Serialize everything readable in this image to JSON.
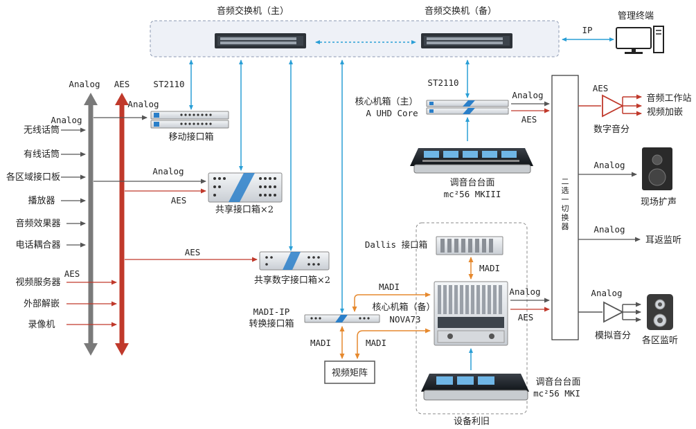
{
  "switches": {
    "main_label": "音频交换机（主）",
    "backup_label": "音频交换机（备）",
    "ip_label": "IP",
    "terminal_label": "管理终端"
  },
  "inputs": {
    "bus_analog_label": "Analog",
    "bus_aes_label": "AES",
    "analog_label": "Analog",
    "aes_label": "AES",
    "sources": [
      "无线话筒",
      "有线话筒",
      "各区域接口板",
      "播放器",
      "音频效果器",
      "电话耦合器",
      "视频服务器",
      "外部解嵌",
      "录像机"
    ]
  },
  "interfaces": {
    "st2110_left": "ST2110",
    "st2110_left_analog": "Analog",
    "mobile_box": "移动接口箱",
    "shared_analog": "Analog",
    "shared_aes": "AES",
    "shared_box": "共享接口箱×2",
    "digital_aes": "AES",
    "digital_box": "共享数字接口箱×2",
    "madi_ip_line1": "MADI-IP",
    "madi_ip_line2": "转换接口箱"
  },
  "core": {
    "st2110_right": "ST2110",
    "main_line1": "核心机箱（主）",
    "main_line2": "A UHD Core",
    "console_main_line1": "调音台台面",
    "console_main_line2": "mc²56 MKIII",
    "dallis": "Dallis 接口箱",
    "madi_dallis": "MADI",
    "madi_a": "MADI",
    "backup_line1": "核心机箱（备）",
    "backup_line2": "NOVA73",
    "madi_b": "MADI",
    "madi_c": "MADI",
    "video_matrix": "视频矩阵",
    "console_b_line1": "调音台台面",
    "console_b_line2": "mc²56 MKI",
    "reuse_label": "设备利旧"
  },
  "outputs": {
    "analog_main": "Analog",
    "aes_main": "AES",
    "analog_backup": "Analog",
    "aes_backup": "AES",
    "selector": [
      "二",
      "选",
      "一",
      "切",
      "换",
      "器"
    ],
    "aes_to_digital": "AES",
    "digital_split": "数字音分",
    "workstation": "音频工作站",
    "video_embed": "视频加嵌",
    "analog_to_pa": "Analog",
    "pa_label": "现场扩声",
    "analog_to_return": "Analog",
    "return_label": "耳返监听",
    "analog_to_split": "Analog",
    "analog_split": "模拟音分",
    "zone_label": "各区监听"
  },
  "colors": {
    "blue": "#2a9fd6",
    "red": "#c0392b",
    "orange": "#e6892e",
    "gray": "#777777",
    "dark": "#555555"
  }
}
